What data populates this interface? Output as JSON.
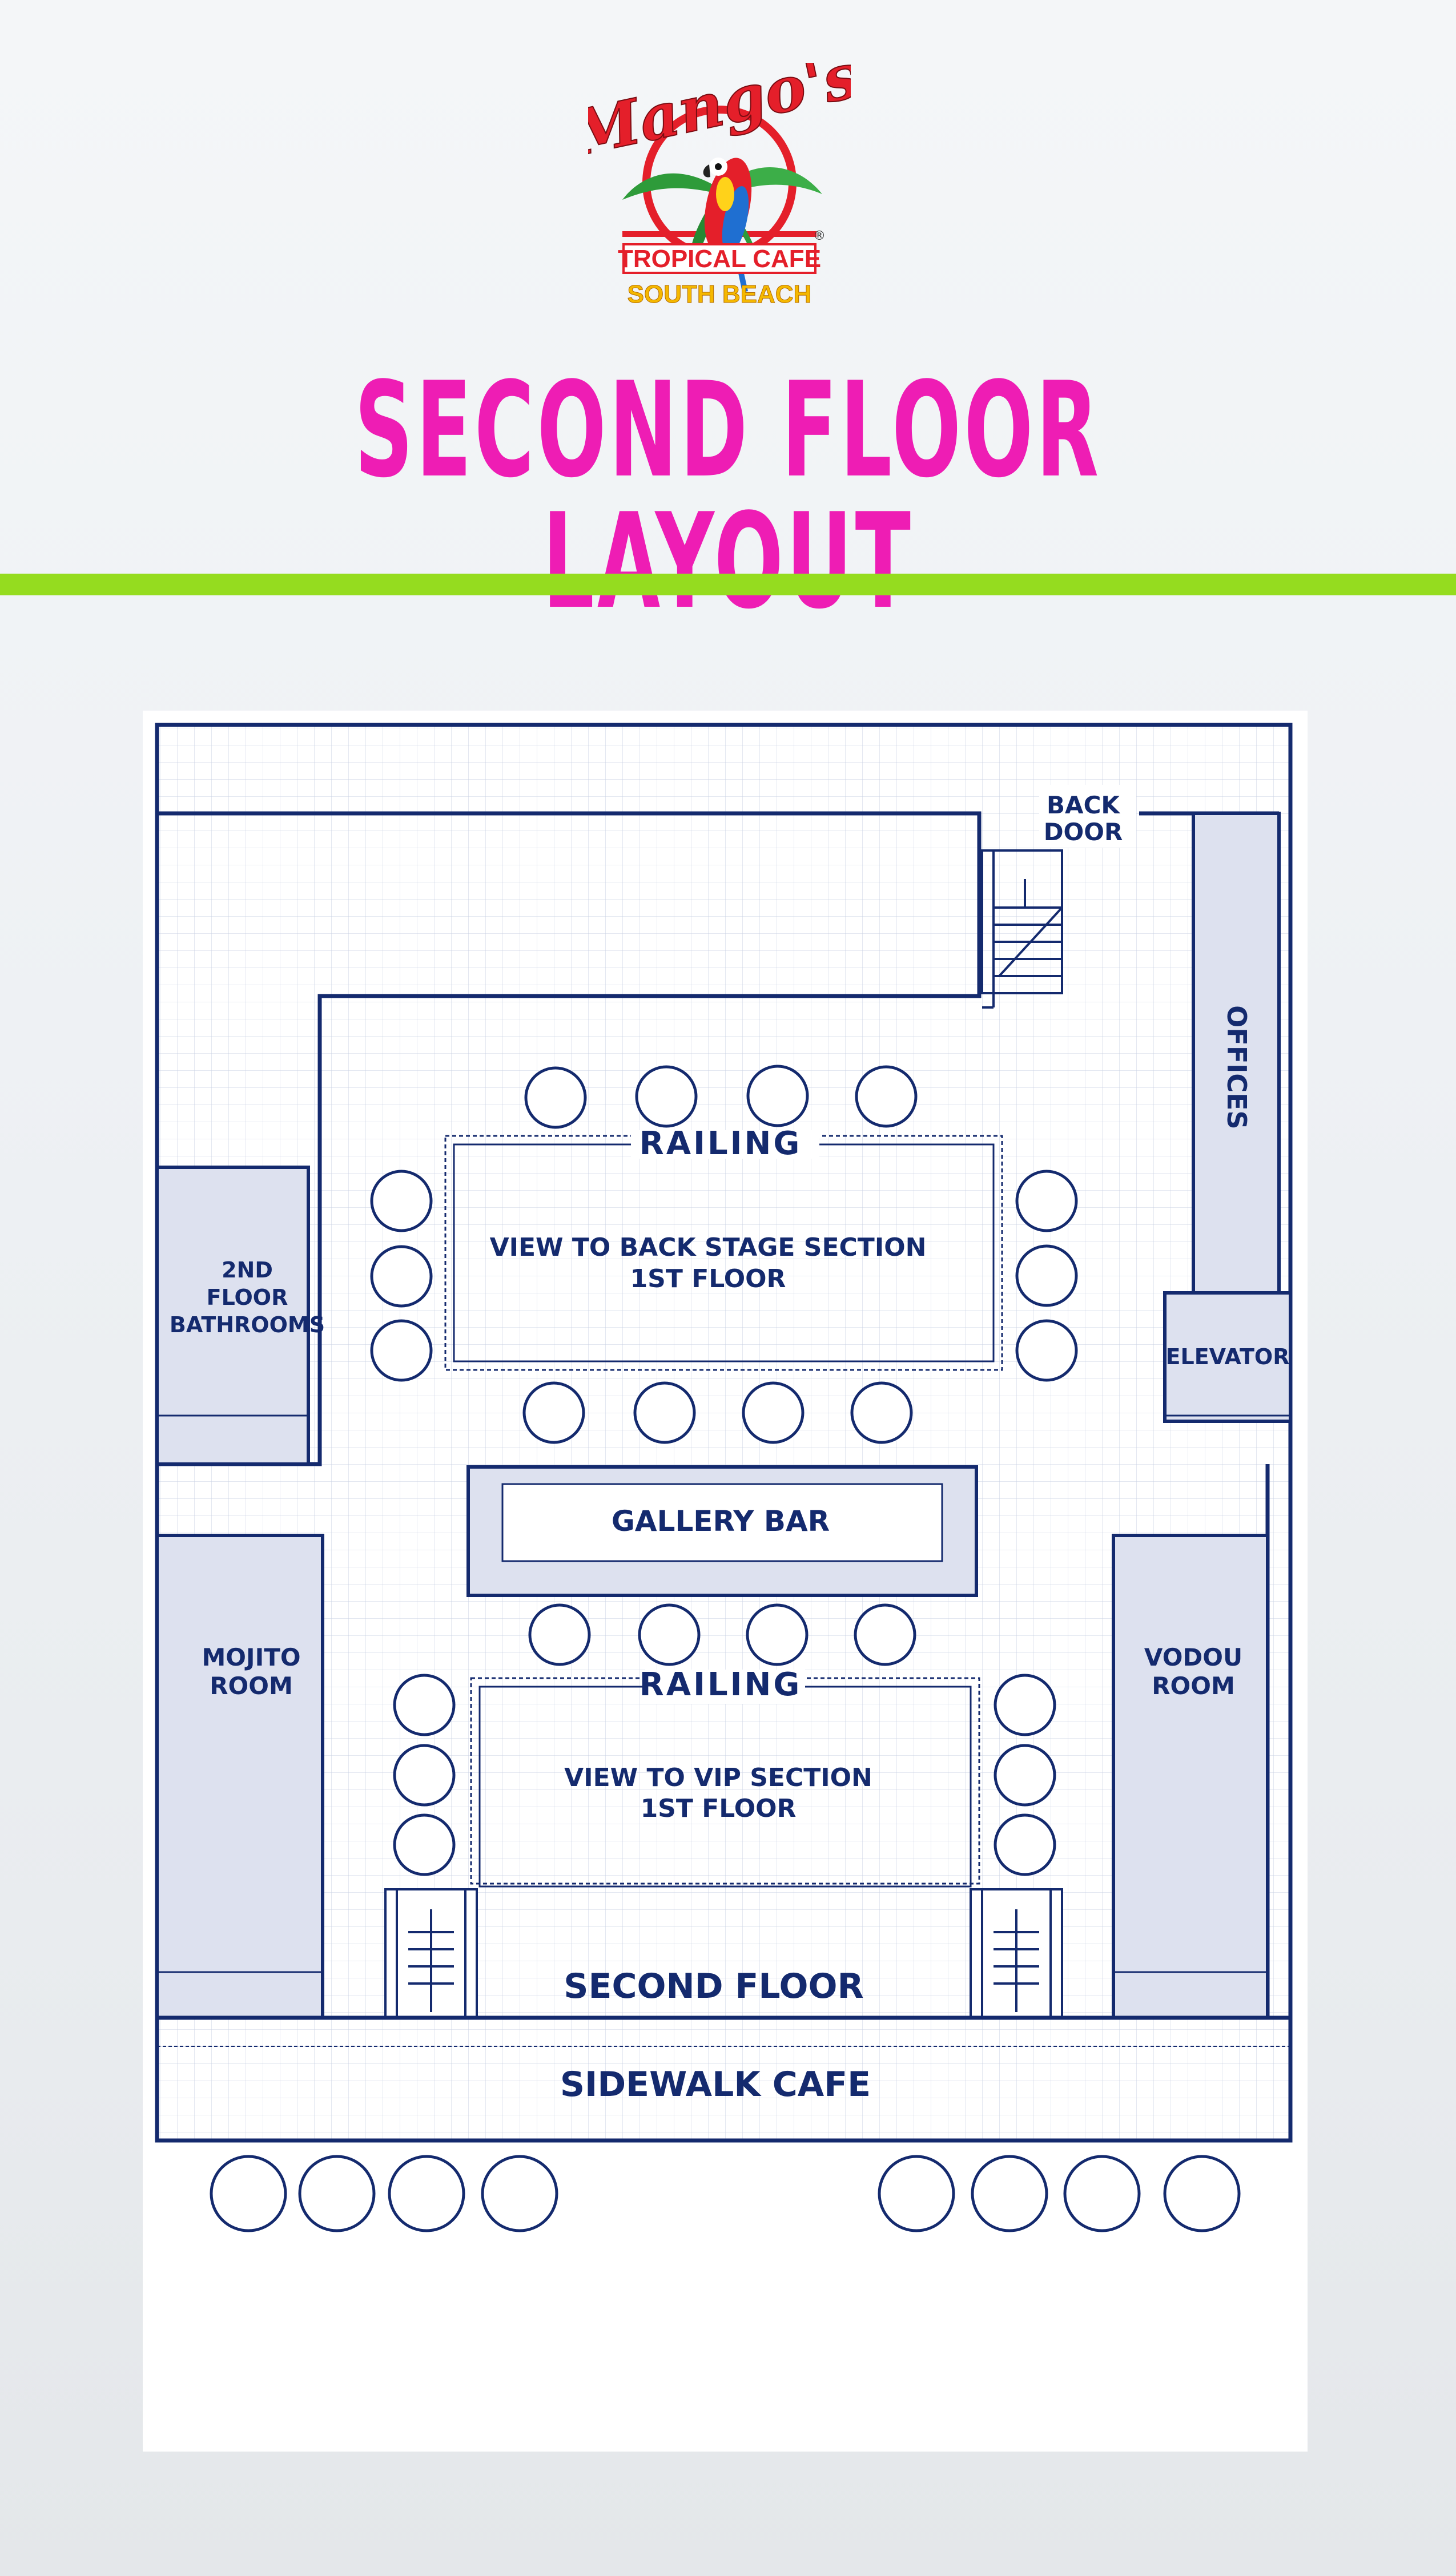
{
  "logo": {
    "script_text": "Mango's",
    "line1": "TROPICAL CAFE",
    "line2": "SOUTH BEACH",
    "registered": "®"
  },
  "title": "SECOND FLOOR LAYOUT",
  "plan": {
    "back_door": [
      "BACK",
      "DOOR"
    ],
    "offices": "OFFICES",
    "elevator": "ELEVATOR",
    "bathrooms": [
      "2ND",
      "FLOOR",
      "BATHROOMS"
    ],
    "railing_top": "RAILING",
    "view_back_stage": [
      "VIEW TO BACK STAGE SECTION",
      "1ST FLOOR"
    ],
    "gallery_bar": "GALLERY BAR",
    "railing_bottom": "RAILING",
    "view_vip": [
      "VIEW TO VIP SECTION",
      "1ST FLOOR"
    ],
    "mojito_room": [
      "MOJITO",
      "ROOM"
    ],
    "vodou_room": [
      "VODOU",
      "ROOM"
    ],
    "second_floor": "SECOND FLOOR",
    "sidewalk_cafe": "SIDEWALK CAFE"
  },
  "colors": {
    "title": "#ee1db4",
    "accent_bar": "#95dc1f",
    "blueprint_line": "#142a6e",
    "room_fill": "#dde1ef"
  }
}
